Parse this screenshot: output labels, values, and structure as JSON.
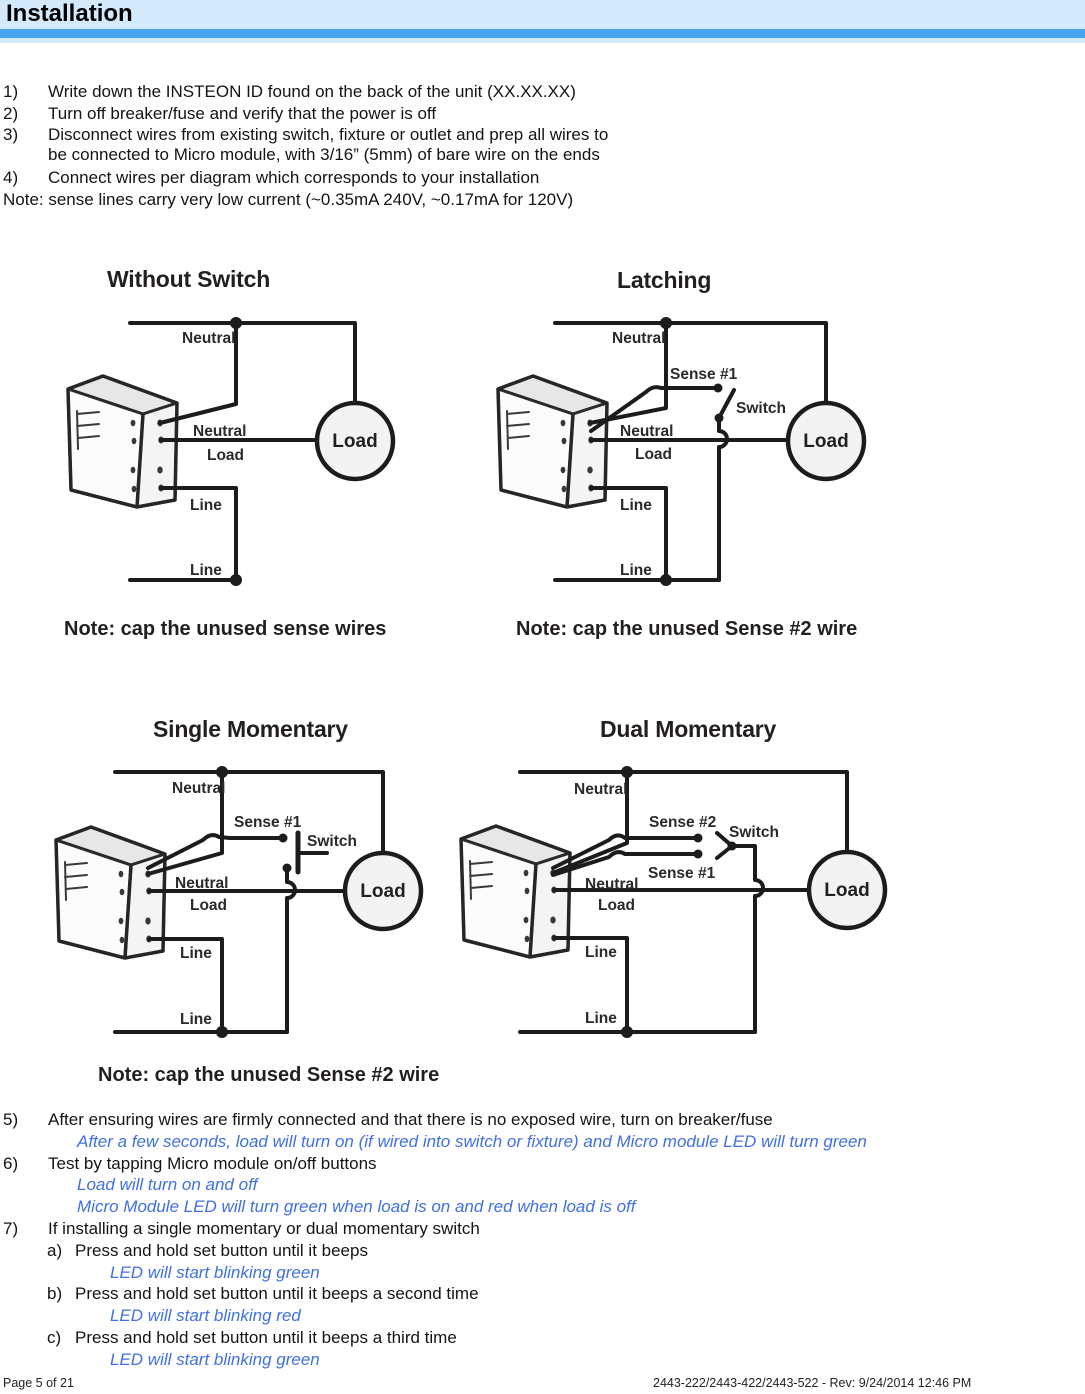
{
  "header": {
    "title": "Installation",
    "band_color": "#d2eafc",
    "bar_color": "#45a6ef"
  },
  "top_steps": [
    {
      "num": "1)",
      "text": "Write down the INSTEON ID found on the back of the unit (XX.XX.XX)"
    },
    {
      "num": "2)",
      "text": "Turn off breaker/fuse and verify that the power is off"
    },
    {
      "num": "3)",
      "text": "Disconnect wires from existing switch, fixture or outlet and prep all wires to\nbe connected to Micro module, with 3/16” (5mm) of bare wire on the ends"
    },
    {
      "num": "4)",
      "text": "Connect wires per diagram which corresponds to your installation"
    }
  ],
  "top_note": "Note: sense lines carry very low current (~0.35mA 240V, ~0.17mA for 120V)",
  "diagrams": {
    "d1": {
      "title": "Without Switch",
      "neutral_top": "Neutral",
      "neutral": "Neutral",
      "load": "Load",
      "line1": "Line",
      "line2": "Line",
      "load_circle": "Load"
    },
    "d2": {
      "title": "Latching",
      "neutral_top": "Neutral",
      "sense1": "Sense #1",
      "switch": "Switch",
      "neutral": "Neutral",
      "load": "Load",
      "line1": "Line",
      "line2": "Line",
      "load_circle": "Load"
    },
    "d3": {
      "title": "Single Momentary",
      "neutral_top": "Neutral",
      "sense1": "Sense #1",
      "switch": "Switch",
      "neutral": "Neutral",
      "load": "Load",
      "line1": "Line",
      "line2": "Line",
      "load_circle": "Load"
    },
    "d4": {
      "title": "Dual Momentary",
      "neutral_top": "Neutral",
      "sense2": "Sense #2",
      "sense1": "Sense #1",
      "switch": "Switch",
      "neutral": "Neutral",
      "load": "Load",
      "line1": "Line",
      "line2": "Line",
      "load_circle": "Load"
    },
    "note_left": "Note: cap the unused sense wires",
    "note_right": "Note: cap the unused Sense #2 wire",
    "note_bottom": "Note: cap the unused Sense #2 wire"
  },
  "bottom_rows": [
    {
      "num": "5)",
      "text": "After ensuring wires are firmly connected and that there is no exposed wire, turn on breaker/fuse"
    },
    {
      "text": "After a few seconds, load will turn on (if wired into switch or fixture) and Micro module LED will turn green"
    },
    {
      "num": "6)",
      "text": "Test by tapping Micro module on/off buttons"
    },
    {
      "text": "Load will turn on and off"
    },
    {
      "text": "Micro Module LED will turn green when load is on and red when load is off"
    },
    {
      "num": "7)",
      "text": "If installing a single momentary or dual momentary switch"
    },
    {
      "num": "a)",
      "text": "Press and hold set button until it beeps"
    },
    {
      "text": "LED will start blinking green"
    },
    {
      "num": "b)",
      "text": "Press and hold set button until it beeps a second time"
    },
    {
      "text": "LED will start blinking red"
    },
    {
      "num": "c)",
      "text": "Press and hold set button until it beeps a third time"
    },
    {
      "text": "LED will start blinking green"
    }
  ],
  "footer": {
    "left": "Page 5 of 21",
    "right": "2443-222/2443-422/2443-522 - Rev: 9/24/2014 12:46 PM"
  },
  "colors": {
    "note_blue": "#4170e2",
    "ink": "#1c1c1c"
  }
}
